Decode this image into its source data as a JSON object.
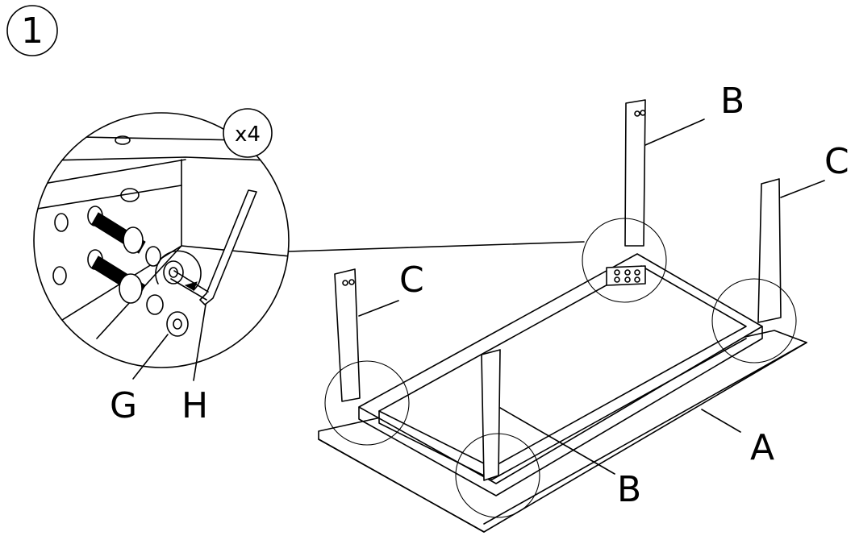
{
  "step": {
    "number": "1"
  },
  "callout": {
    "quantity": "x4"
  },
  "labels": {
    "tabletop": "A",
    "long_leg_back": "B",
    "long_leg_front": "B",
    "short_leg_left": "C",
    "short_leg_right": "C",
    "bolt": "G",
    "hex_key": "H"
  }
}
